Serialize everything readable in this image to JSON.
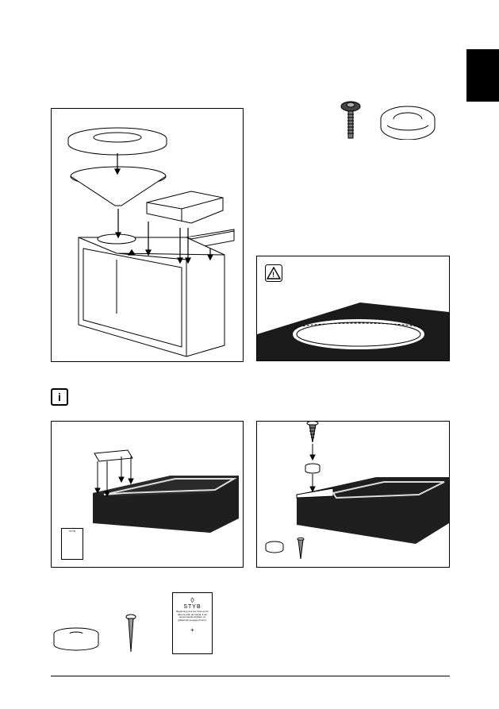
{
  "page": {
    "language_tab": "",
    "info_icon_symbol": "i",
    "warning_icon_symbol": "!"
  },
  "template_card": {
    "brand": "STYB",
    "text": "Beginning pour les trous et vis dans le plan de travail, il est recommandé d’utiliser un gabarit de perçage (fourni)."
  },
  "colors": {
    "tab": "#000000",
    "countertop": "#1f1f1f",
    "outline": "#000000"
  },
  "icons": [
    "washer-screw-icon",
    "sealing-tape-roll-icon",
    "warning-icon",
    "info-icon",
    "foot-pad-icon",
    "wood-screw-icon",
    "drill-template-icon"
  ]
}
